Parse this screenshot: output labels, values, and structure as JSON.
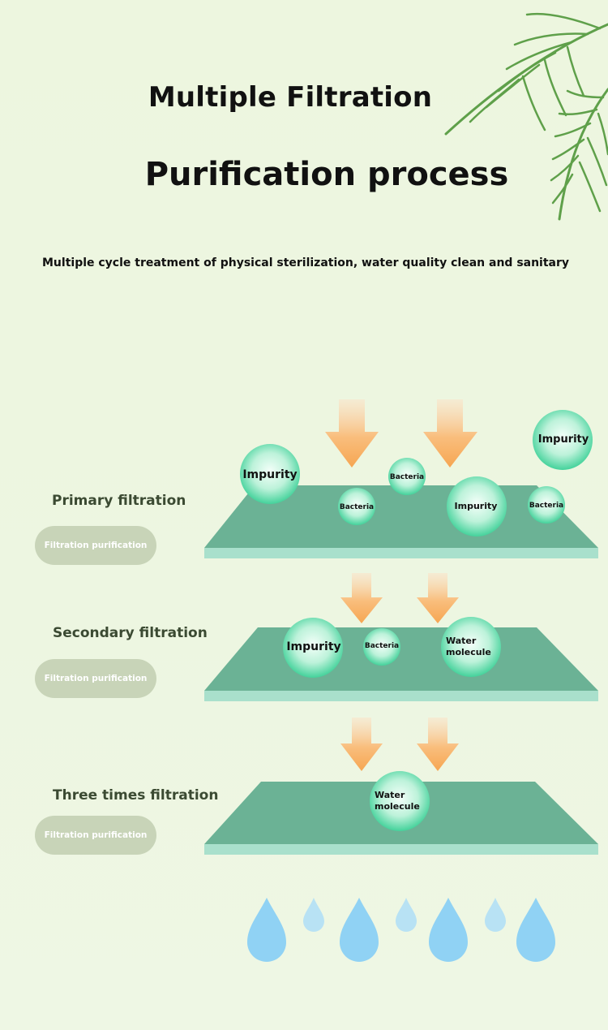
{
  "header": {
    "title_line1": "Multiple Filtration",
    "title_line2": "Purification process",
    "subtitle": "Multiple cycle treatment of physical sterilization, water quality clean and sanitary"
  },
  "stages": [
    {
      "label": "Primary filtration",
      "pill": "Filtration purification"
    },
    {
      "label": "Secondary filtration",
      "pill": "Filtration purification"
    },
    {
      "label": "Three times filtration",
      "pill": "Filtration purification"
    }
  ],
  "particles": {
    "impurity": "Impurity",
    "bacteria": "Bacteria",
    "water_line1": "Water",
    "water_line2": "molecule"
  },
  "colors": {
    "background": "#eef6e0",
    "plate": "#6bb295",
    "arrow": "#f7a855",
    "particle": "#5ed8a6",
    "drop": "#90d2f4"
  },
  "icons": [
    "palm-leaf-icon",
    "down-arrow-icon",
    "water-drop-icon"
  ]
}
